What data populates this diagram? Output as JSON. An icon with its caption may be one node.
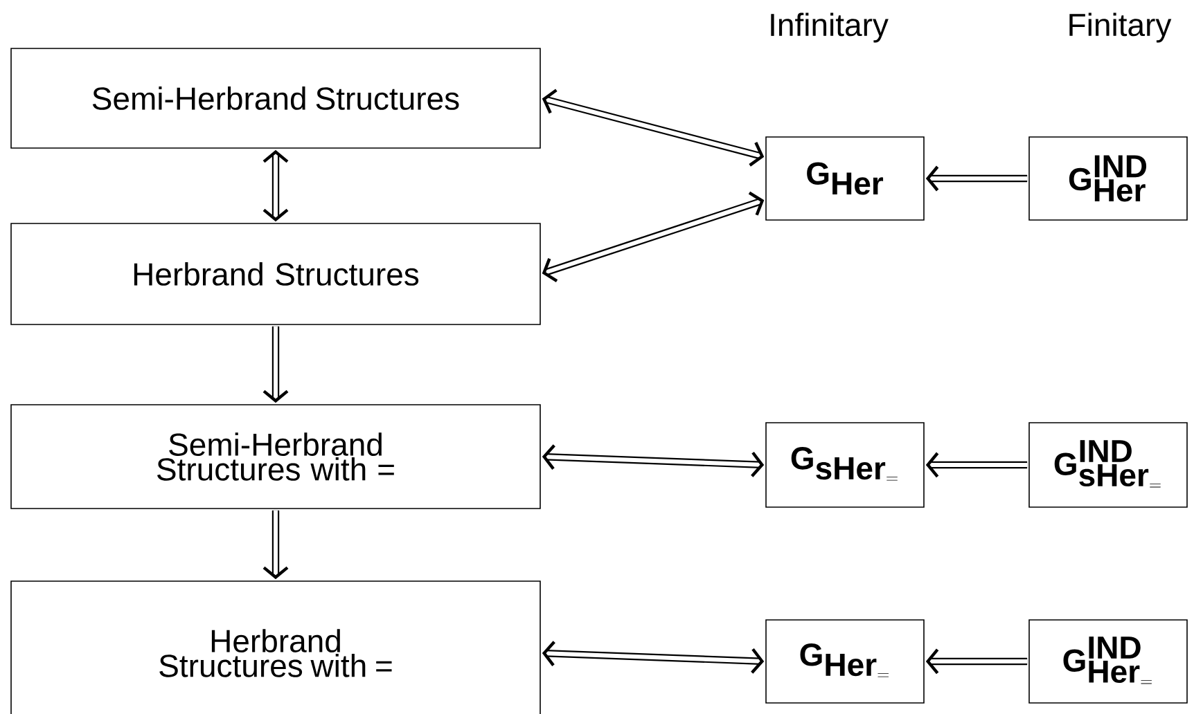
{
  "diagram": {
    "nodes": [
      {
        "text": [
          "Semi-Herbrand Structures"
        ]
      },
      {
        "text": [
          "Herbrand Structures"
        ]
      },
      {
        "text": [
          "Semi-Herbrand Structures with ="
        ]
      },
      {
        "text": [
          "Herbrand Structures with ="
        ]
      },
      {
        "text": [
          "\\textbf{G}_{\\textbf{Her}}"
        ]
      },
      {
        "text": [
          "\\textbf{G}^{\\textbf{IND}}_{\\textbf{Her}}"
        ]
      },
      {
        "text": [
          "\\textbf{G}_{\\textbf{sHer}_{=}}"
        ]
      },
      {
        "text": [
          "\\textbf{G}^{\\textbf{IND}}_{\\textbf{sHer}_{=}}"
        ]
      },
      {
        "text": [
          "\\textbf{G}_{\\textbf{Her}_{=}}"
        ]
      },
      {
        "text": [
          "\\textbf{G}^{\\textbf{IND}}_{\\textbf{Her}_{=}}"
        ]
      }
    ],
    "edges": [
      {
        "from": 0,
        "to": 1,
        "arrow": "both"
      },
      {
        "from": 1,
        "to": 2,
        "arrow": "to"
      },
      {
        "from": 2,
        "to": 3,
        "arrow": "to"
      },
      {
        "from": 0,
        "to": 4,
        "arrow": "both"
      },
      {
        "from": 1,
        "to": 4,
        "arrow": "both"
      },
      {
        "from": 5,
        "to": 4,
        "arrow": "to"
      },
      {
        "from": 2,
        "to": 6,
        "arrow": "both"
      },
      {
        "from": 7,
        "to": 6,
        "arrow": "to"
      },
      {
        "from": 3,
        "to": 8,
        "arrow": "both"
      },
      {
        "from": 9,
        "to": 8,
        "arrow": "to"
      }
    ],
    "labels": [
      "Infinitary",
      "Finitary"
    ]
  }
}
